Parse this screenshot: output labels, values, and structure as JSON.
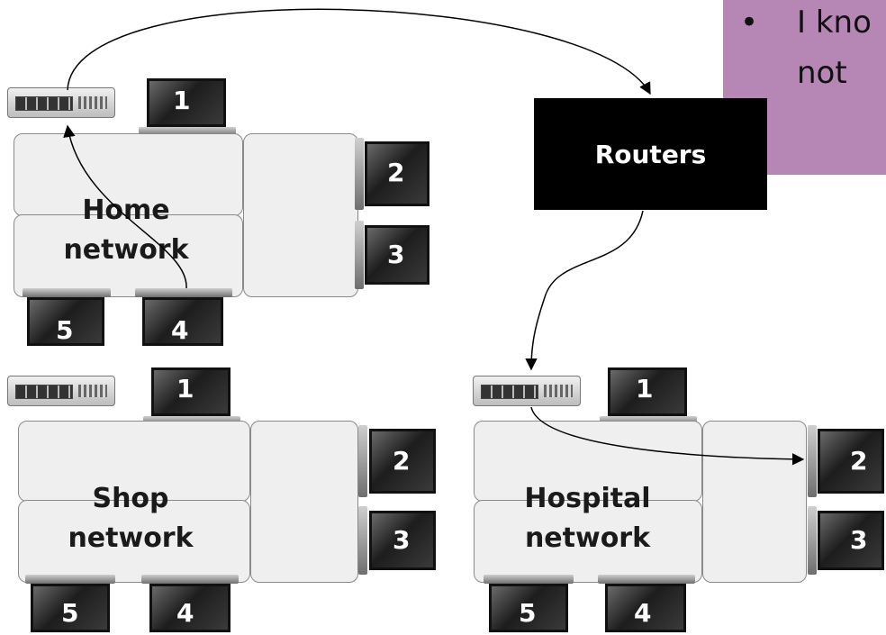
{
  "callout": {
    "bullet": "•",
    "line1": "I kno",
    "line2": "not"
  },
  "routers_label": "Routers",
  "networks": [
    {
      "label_line1": "Home",
      "label_line2": "network",
      "devices": [
        "1",
        "2",
        "3",
        "4",
        "5"
      ]
    },
    {
      "label_line1": "Shop",
      "label_line2": "network",
      "devices": [
        "1",
        "2",
        "3",
        "4",
        "5"
      ]
    },
    {
      "label_line1": "Hospital",
      "label_line2": "network",
      "devices": [
        "1",
        "2",
        "3",
        "4",
        "5"
      ]
    }
  ],
  "colors": {
    "callout": "#b687b4",
    "router_box": "#000000",
    "table": "#efefef"
  },
  "icons": {
    "switch": "network-switch-icon",
    "laptop": "laptop-icon"
  }
}
